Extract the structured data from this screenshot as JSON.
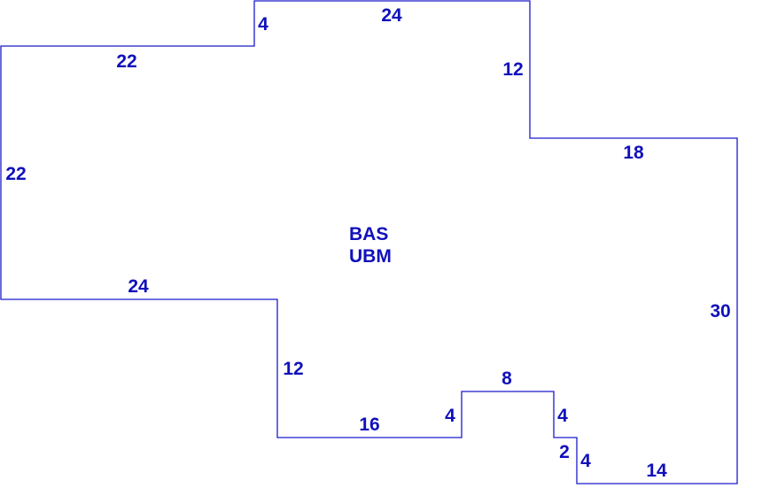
{
  "colors": {
    "line": "#1a1acc",
    "text": "#1010bb",
    "background": "#ffffff"
  },
  "area_label": {
    "line1": "BAS",
    "line2": "UBM"
  },
  "dimensions": {
    "top_left_edge": "22",
    "top_step": "4",
    "top_edge": "24",
    "right_step": "12",
    "right_top_edge": "18",
    "right_edge": "30",
    "bottom_right_edge": "14",
    "notch_step_right": "4",
    "notch_small": "2",
    "notch_step_upper": "4",
    "notch_top": "8",
    "notch_left": "4",
    "bottom_middle_edge": "16",
    "left_lower_step": "12",
    "middle_left_edge": "24",
    "left_edge": "22"
  }
}
